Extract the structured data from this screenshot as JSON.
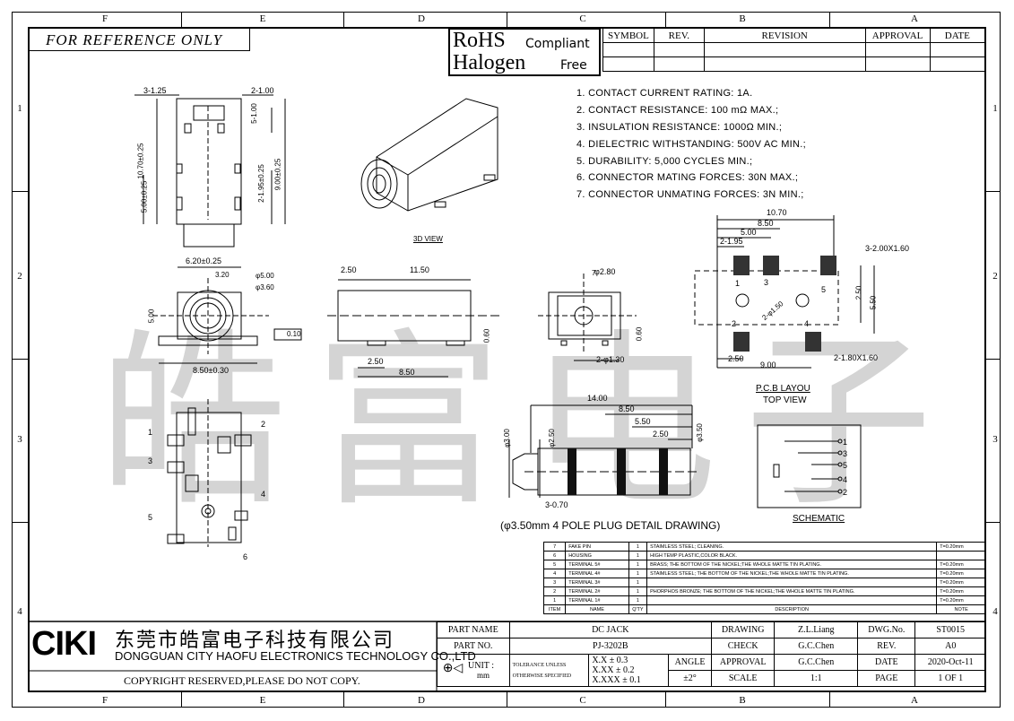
{
  "zones": {
    "columns": [
      "F",
      "E",
      "D",
      "C",
      "B",
      "A"
    ],
    "rows": [
      "1",
      "2",
      "3",
      "4"
    ]
  },
  "header": {
    "reference": "FOR REFERENCE ONLY",
    "rohs": "RoHS",
    "compliant": "Compliant",
    "halogen": "Halogen",
    "free": "Free"
  },
  "revision_table": {
    "headers": [
      "SYMBOL",
      "REV.",
      "REVISION",
      "APPROVAL",
      "DATE"
    ]
  },
  "notes": [
    "1.  CONTACT  CURRENT  RATING:  1A.",
    "2.  CONTACT  RESISTANCE:  100  mΩ  MAX.;",
    "3.  INSULATION  RESISTANCE:  1000Ω  MIN.;",
    "4.  DIELECTRIC  WITHSTANDING:  500V  AC  MIN.;",
    "5.  DURABILITY:  5,000  CYCLES  MIN.;",
    "6.  CONNECTOR  MATING  FORCES:  30N    MAX.;",
    "7.  CONNECTOR  UNMATING  FORCES:  3N  MIN.;"
  ],
  "views": {
    "view_3d": "3D VIEW",
    "pcb_layout": "P.C.B LAYOU",
    "top_view": "TOP VIEW",
    "schematic": "SCHEMATIC",
    "plug_detail": "(φ3.50mm 4 POLE PLUG DETAIL DRAWING)"
  },
  "dims": {
    "top_left": [
      "3-1.25",
      "2-1.00",
      "10.70±0.25",
      "5-1.00",
      "2-1.95±0.25",
      "9.00±0.25",
      "5.00±0.25"
    ],
    "front": [
      "6.20±0.25",
      "3.20",
      "φ5.00",
      "φ3.60",
      "5.00",
      "0.10",
      "8.50±0.30"
    ],
    "side": [
      "2.50",
      "11.50",
      "0.60",
      "2.50",
      "8.50"
    ],
    "section": [
      "7",
      "φ2.80",
      "0.60",
      "2-φ1.30"
    ],
    "pcb": [
      "10.70",
      "8.50",
      "5.00",
      "2-1.95",
      "3-2.00X1.60",
      "2.50",
      "5.50",
      "2-φ1.50",
      "2.50",
      "9.00",
      "2-1.80X1.60",
      "1",
      "2",
      "3",
      "4",
      "5"
    ],
    "plug": [
      "14.00",
      "8.50",
      "5.50",
      "2.50",
      "φ3.50",
      "φ3.00",
      "φ2.50",
      "3-0.70"
    ],
    "bottom": [
      "1",
      "2",
      "3",
      "4",
      "5",
      "6"
    ],
    "schematic_pins": [
      "1",
      "3",
      "5",
      "4",
      "2"
    ]
  },
  "bom": {
    "rows": [
      {
        "item": "7",
        "name": "FAKE PIN",
        "qty": "1",
        "desc": "STAIMLESS STEEL; CLEANING.",
        "note": "T=0.20mm"
      },
      {
        "item": "6",
        "name": "HOUSING",
        "qty": "1",
        "desc": "HIGH TEMP PLASTIC,COLOR BLACK.",
        "note": ""
      },
      {
        "item": "5",
        "name": "TERMINAL 5#",
        "qty": "1",
        "desc": "BRASS; THE BOTTOM OF THE NICKEL;THE WHOLE MATTE TIN PLATING.",
        "note": "T=0.20mm"
      },
      {
        "item": "4",
        "name": "TERMINAL 4#",
        "qty": "1",
        "desc": "STAIMLESS STEEL; THE BOTTOM OF THE NICKEL;THE WHOLE MATTE TIN PLATING.",
        "note": "T=0.20mm"
      },
      {
        "item": "3",
        "name": "TERMINAL 3#",
        "qty": "1",
        "desc": "",
        "note": "T=0.20mm"
      },
      {
        "item": "2",
        "name": "TERMINAL 2#",
        "qty": "1",
        "desc": "PHORPHOS BRONZE; THE BOTTOM OF THE NICKEL;THE WHOLE MATTE TIN PLATING.",
        "note": "T=0.20mm"
      },
      {
        "item": "1",
        "name": "TERMINAL 1#",
        "qty": "1",
        "desc": "",
        "note": "T=0.20mm"
      }
    ],
    "headers": {
      "item": "ITEM",
      "name": "NAME",
      "qty": "Q'TY",
      "desc": "DESCRIPTION",
      "note": "NOTE"
    }
  },
  "company": {
    "logo": "CIKI",
    "name_cn": "东莞市皓富电子科技有限公司",
    "name_en": "DONGGUAN CITY HAOFU ELECTRONICS TECHNOLOGY CO.,LTD",
    "copyright": "COPYRIGHT RESERVED,PLEASE DO NOT COPY.",
    "watermark": "皓富电子"
  },
  "title_block": {
    "part_name_label": "PART NAME",
    "part_name": "DC  JACK",
    "part_no_label": "PART NO.",
    "part_no": "PJ-3202B",
    "unit_label": "UNIT :",
    "unit": "mm",
    "tol_label_1": "TOLERANCE UNLESS",
    "tol_label_2": "OTHERWISE SPECIFIED",
    "tol_1": "X.X ± 0.3",
    "tol_2": "X.XX ± 0.2",
    "tol_3": "X.XXX ± 0.1",
    "angle_label": "ANGLE",
    "angle": "±2°",
    "drawing_label": "DRAWING",
    "drawing": "Z.L.Liang",
    "check_label": "CHECK",
    "check": "G.C.Chen",
    "approval_label": "APPROVAL",
    "approval": "G.C.Chen",
    "scale_label": "SCALE",
    "scale": "1:1",
    "dwg_no_label": "DWG.No.",
    "dwg_no": "ST0015",
    "rev_label": "REV.",
    "rev": "A0",
    "date_label": "DATE",
    "date": "2020-Oct-11",
    "page_label": "PAGE",
    "page": "1 OF 1"
  }
}
